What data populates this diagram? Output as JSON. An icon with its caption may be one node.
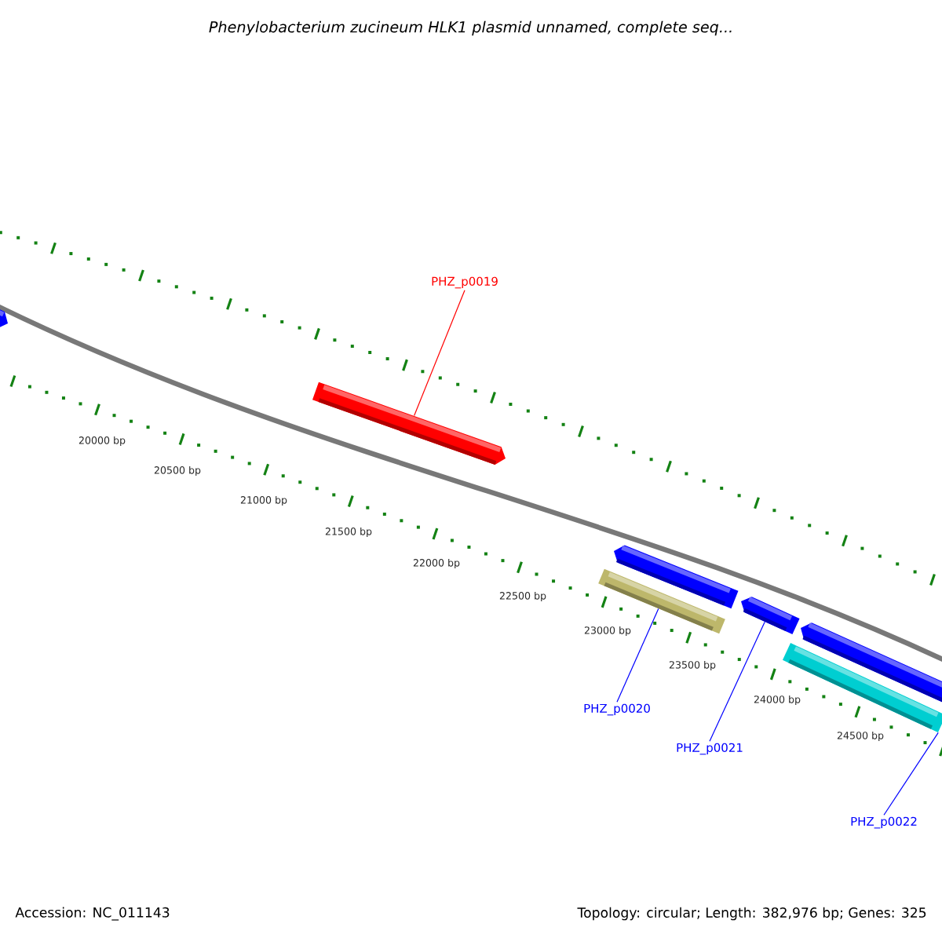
{
  "diagram": {
    "title": "Phenylobacterium zucineum HLK1 plasmid unnamed, complete seq...",
    "nodes": [
      {
        "text": [
          "PHZ_p0019"
        ]
      },
      {
        "text": [],
        "shape": "arrow"
      },
      {
        "text": [],
        "shape": "arrow"
      },
      {
        "text": [],
        "shape": "arrow"
      },
      {
        "text": [],
        "shape": "bar"
      },
      {
        "text": [],
        "shape": "arrow"
      },
      {
        "text": [],
        "shape": "arrow"
      },
      {
        "text": [],
        "shape": "bar"
      },
      {
        "text": [
          "PHZ_p0020"
        ]
      },
      {
        "text": [
          "PHZ_p0021"
        ]
      },
      {
        "text": [
          "PHZ_p0022"
        ]
      }
    ],
    "edges": [
      {
        "from": 0,
        "to": 2,
        "arrow": "none",
        "color": "#ff0000"
      },
      {
        "from": 8,
        "to": 4,
        "arrow": "none"
      },
      {
        "from": 9,
        "to": 5,
        "arrow": "none"
      },
      {
        "from": 10,
        "to": 7,
        "arrow": "none"
      }
    ],
    "labels": [
      "20000 bp",
      "20500 bp",
      "21000 bp",
      "21500 bp",
      "22000 bp",
      "22500 bp",
      "23000 bp",
      "23500 bp",
      "24000 bp",
      "24500 bp",
      "Accession: NC_011143",
      "Topology: circular; Length: 382,976 bp; Genes: 325"
    ]
  }
}
